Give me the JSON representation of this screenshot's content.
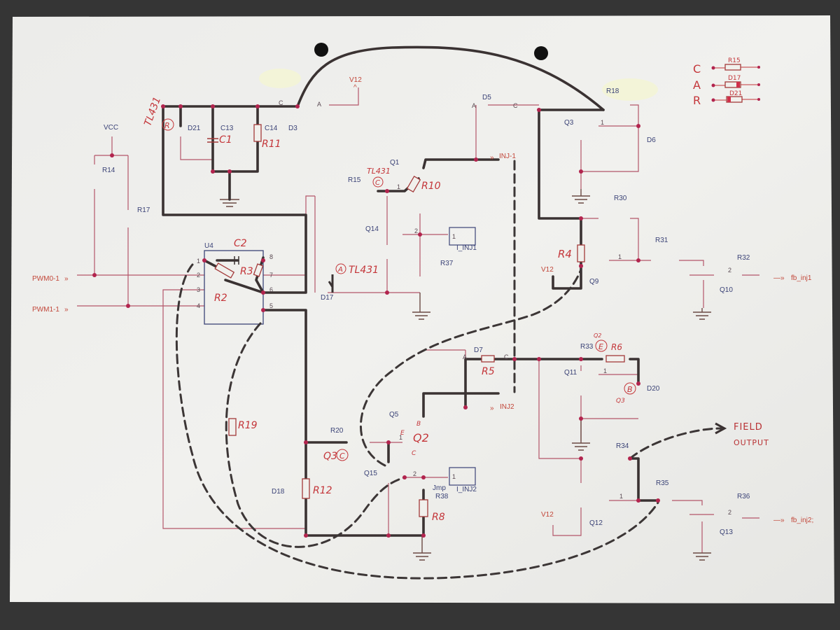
{
  "printed_labels": {
    "vcc": "VCC",
    "r14": "R14",
    "r17": "R17",
    "u4": "U4",
    "d21": "D21",
    "c13": "C13",
    "c14": "C14",
    "d3": "D3",
    "q1": "Q1",
    "r15": "R15",
    "q14": "Q14",
    "r37": "R37",
    "i_inj1": "I_INJ1",
    "d17": "D17",
    "d5": "D5",
    "r18": "R18",
    "q3": "Q3",
    "d6": "D6",
    "r30": "R30",
    "r31": "R31",
    "r32": "R32",
    "q10": "Q10",
    "q9": "Q9",
    "d7": "D7",
    "r33": "R33",
    "q11": "Q11",
    "d20": "D20",
    "r20": "R20",
    "q5": "Q5",
    "q15": "Q15",
    "jmp": "Jmp",
    "r38": "R38",
    "i_inj2": "I_INJ2",
    "d18": "D18",
    "r34": "R34",
    "r35": "R35",
    "r36": "R36",
    "q12": "Q12",
    "q13": "Q13"
  },
  "nets": {
    "pwm0": "PWM0-1",
    "pwm1": "PWM1-1",
    "v12_top": "V12",
    "v12_mid": "V12",
    "v12_bottom": "V12",
    "inj1": "INJ-1",
    "inj2": "INJ2",
    "fb_inj1": "fb_inj1",
    "fb_inj2": "fb_inj2;"
  },
  "pins": {
    "u4": [
      "1",
      "2",
      "3",
      "4",
      "5",
      "6",
      "7",
      "8"
    ],
    "anode": "A",
    "cathode": "C",
    "one": "1",
    "two": "2"
  },
  "handwritten": {
    "tl431_a": "TL431",
    "tl431_c": "TL431",
    "tl431_r": "TL431",
    "circle_r": "R",
    "circle_c": "C",
    "circle_a": "A",
    "c1": "C1",
    "r11": "R11",
    "r10": "R10",
    "c2": "C2",
    "r2": "R2",
    "r3": "R3",
    "r4": "R4",
    "r19": "R19",
    "q3c": "Q3",
    "q3c_circle": "C",
    "q2": "Q2",
    "q2_b": "B",
    "q2_e": "E",
    "q2_c": "C",
    "r12": "R12",
    "r8": "R8",
    "r5": "R5",
    "r6": "R6",
    "q2e_top": "Q2",
    "q2e_circle": "E",
    "q3b_circle": "B",
    "q3b": "Q3",
    "field": "FIELD",
    "output": "OUTPUT"
  },
  "legend": {
    "rows": [
      {
        "letter": "C",
        "part": "R15"
      },
      {
        "letter": "A",
        "part": "D17"
      },
      {
        "letter": "R",
        "part": "D21"
      }
    ]
  },
  "colors": {
    "paper": "#eeeeea",
    "printed_wire": "#b4566a",
    "ink": "#3a3232",
    "handwriting": "#c4363a"
  }
}
